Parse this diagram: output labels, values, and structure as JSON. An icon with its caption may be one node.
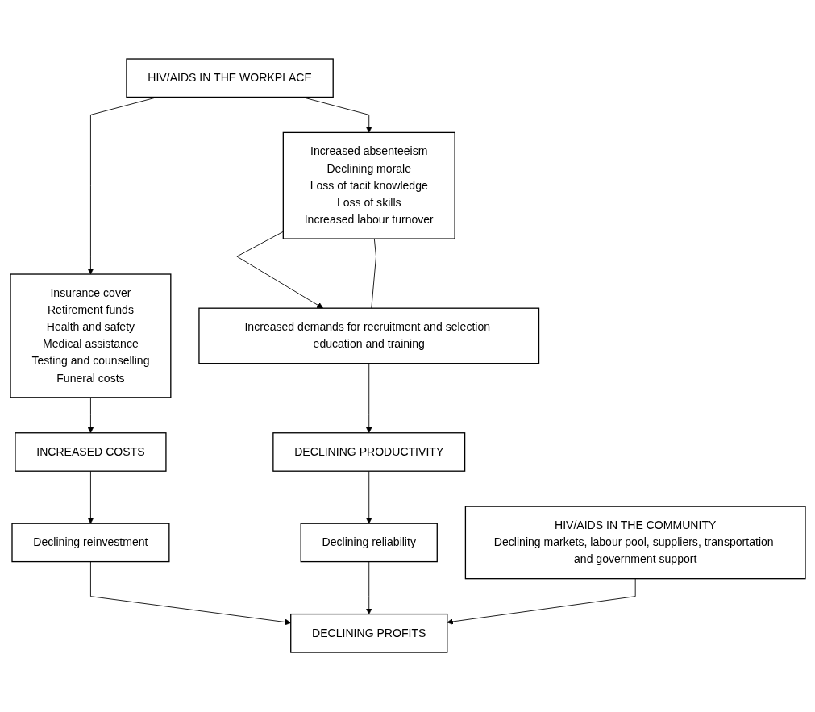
{
  "diagram": {
    "nodes": [
      {
        "text": [
          "HIV/AIDS IN THE WORKPLACE"
        ]
      },
      {
        "text": [
          "Insurance cover",
          "Retirement funds",
          "Health and safety",
          "Medical assistance",
          "Testing and counselling",
          "Funeral costs"
        ]
      },
      {
        "text": [
          "Increased absenteeism",
          "Declining morale",
          "Loss of tacit knowledge",
          "Loss of skills",
          "Increased labour turnover"
        ]
      },
      {
        "text": [
          "Increased demands for recruitment and selection education and training"
        ]
      },
      {
        "text": [
          "INCREASED COSTS"
        ]
      },
      {
        "text": [
          "DECLINING PRODUCTIVITY"
        ]
      },
      {
        "text": [
          "Declining reinvestment"
        ]
      },
      {
        "text": [
          "Declining reliability"
        ]
      },
      {
        "text": [
          "DECLINING PROFITS"
        ]
      },
      {
        "text": [
          "HIV/AIDS IN THE COMMUNITY",
          "Declining markets, labour pool, suppliers, transportation and government support"
        ]
      }
    ],
    "edges": [
      {
        "from": 0,
        "to": 1,
        "arrow": "to"
      },
      {
        "from": 0,
        "to": 2,
        "arrow": "to"
      },
      {
        "from": 1,
        "to": 4,
        "arrow": "to"
      },
      {
        "from": 2,
        "to": 3,
        "arrow": "to"
      },
      {
        "from": 2,
        "to": 3,
        "arrow": "none"
      },
      {
        "from": 3,
        "to": 5,
        "arrow": "to"
      },
      {
        "from": 4,
        "to": 6,
        "arrow": "to"
      },
      {
        "from": 5,
        "to": 7,
        "arrow": "to"
      },
      {
        "from": 6,
        "to": 8,
        "arrow": "to"
      },
      {
        "from": 7,
        "to": 8,
        "arrow": "to"
      },
      {
        "from": 9,
        "to": 8,
        "arrow": "to"
      }
    ]
  }
}
